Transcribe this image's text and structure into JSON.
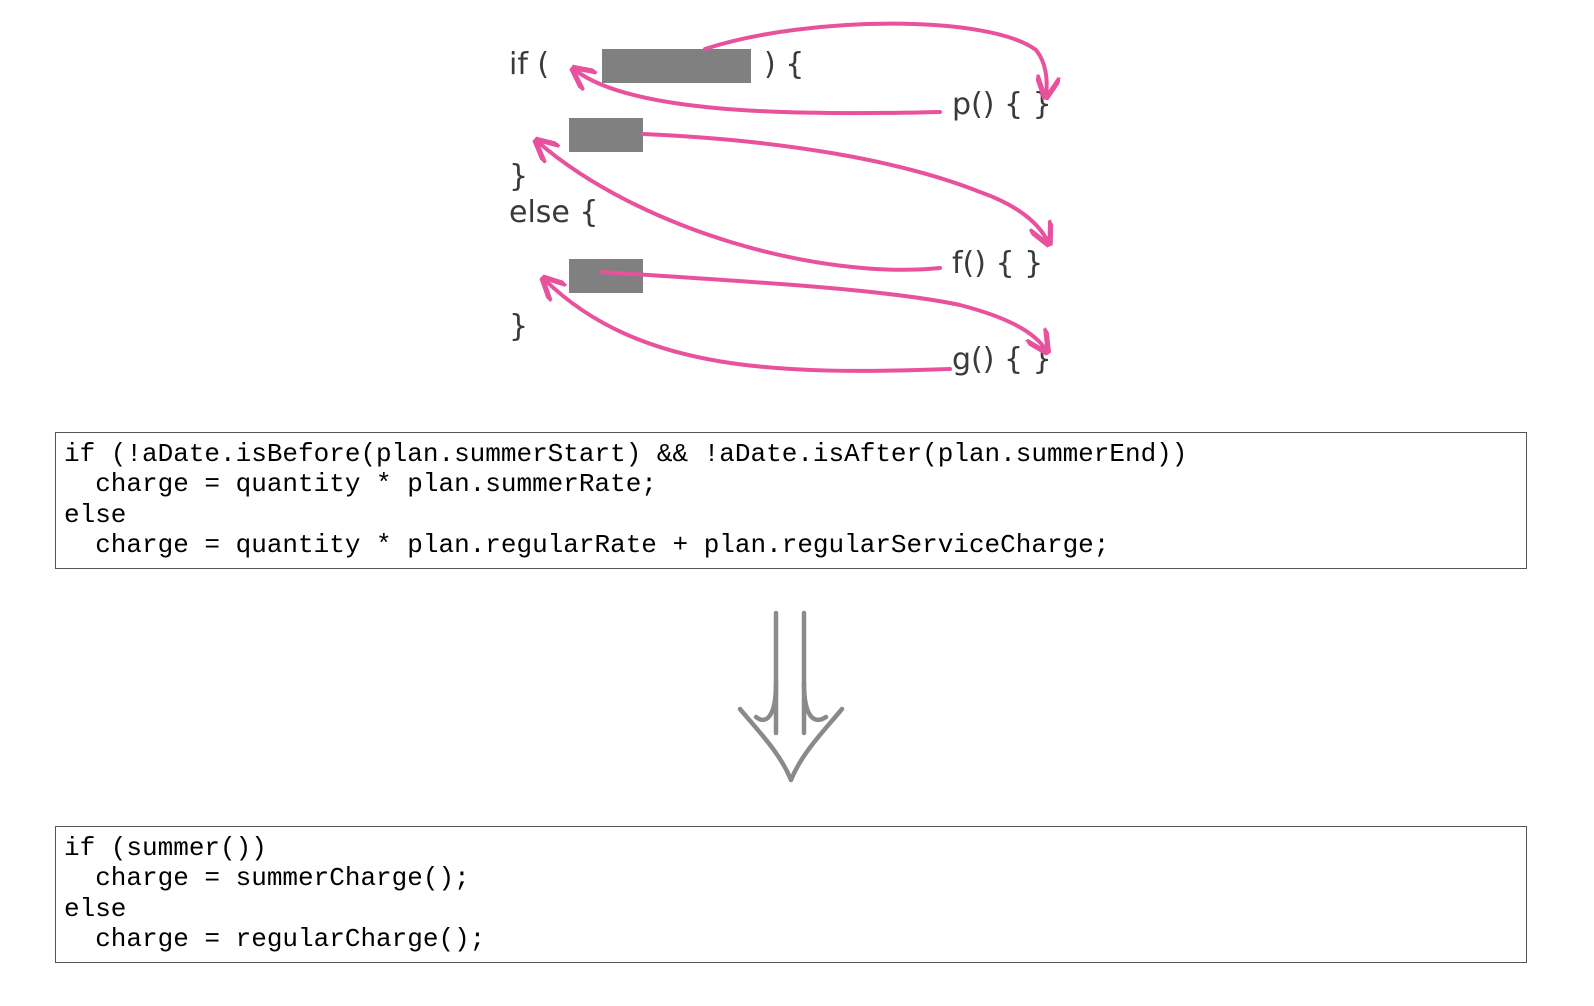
{
  "diagram": {
    "colors": {
      "arrow": "#e8519c",
      "block": "#808080",
      "text": "#3a3a3a"
    },
    "left_code": {
      "if_open": "if (",
      "if_close": ") {",
      "close_brace_1": "}",
      "else_open": "else {",
      "close_brace_2": "}"
    },
    "right_code": {
      "p": "p() { }",
      "f": "f() { }",
      "g": "g() { }"
    }
  },
  "before": {
    "lines": [
      "if (!aDate.isBefore(plan.summerStart) && !aDate.isAfter(plan.summerEnd))",
      "  charge = quantity * plan.summerRate;",
      "else",
      "  charge = quantity * plan.regularRate + plan.regularServiceCharge;"
    ]
  },
  "after": {
    "lines": [
      "if (summer())",
      "  charge = summerCharge();",
      "else",
      "  charge = regularCharge();"
    ]
  },
  "transform_arrow": {
    "icon": "down-arrow-icon",
    "color": "#8a8a8a"
  }
}
